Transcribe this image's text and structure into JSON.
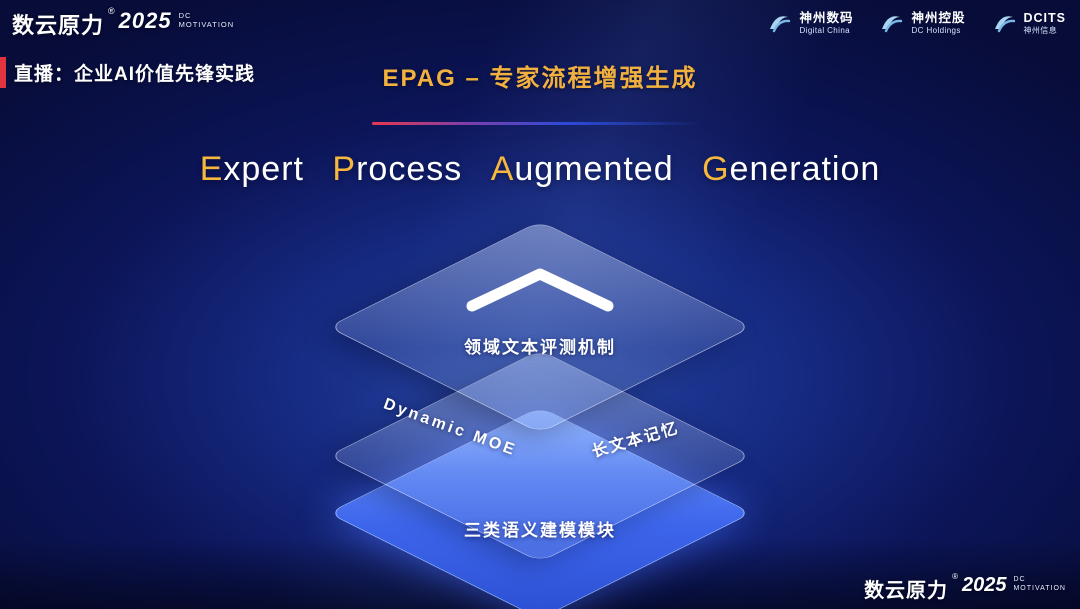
{
  "header": {
    "brand": {
      "name": "数云原力",
      "reg": "®",
      "year": "2025",
      "tagline_line1": "DC",
      "tagline_line2": "MOTIVATION"
    },
    "live_banner": "直播：企业AI价值先锋实践",
    "slide_title": "EPAG – 专家流程增强生成",
    "logos": [
      {
        "name": "神州数码",
        "subtitle": "Digital China"
      },
      {
        "name": "神州控股",
        "subtitle": "DC Holdings"
      },
      {
        "name": "DCITS",
        "subtitle": "神州信息"
      }
    ]
  },
  "headline": {
    "words": [
      {
        "first": "E",
        "rest": "xpert"
      },
      {
        "first": "P",
        "rest": "rocess"
      },
      {
        "first": "A",
        "rest": "ugmented"
      },
      {
        "first": "G",
        "rest": "eneration"
      }
    ]
  },
  "diagram": {
    "top_layer_label": "领域文本评测机制",
    "middle_layer_left_label": "Dynamic MOE",
    "middle_layer_right_label": "长文本记忆",
    "bottom_layer_label": "三类语义建模模块"
  },
  "footer": {
    "brand": {
      "name": "数云原力",
      "reg": "®",
      "year": "2025",
      "tagline_line1": "DC",
      "tagline_line2": "MOTIVATION"
    }
  },
  "colors": {
    "accent_gold": "#f2b13e",
    "accent_red": "#e2343f",
    "layer_blue": "#3d66ec",
    "background_blue": "#0c1558"
  }
}
